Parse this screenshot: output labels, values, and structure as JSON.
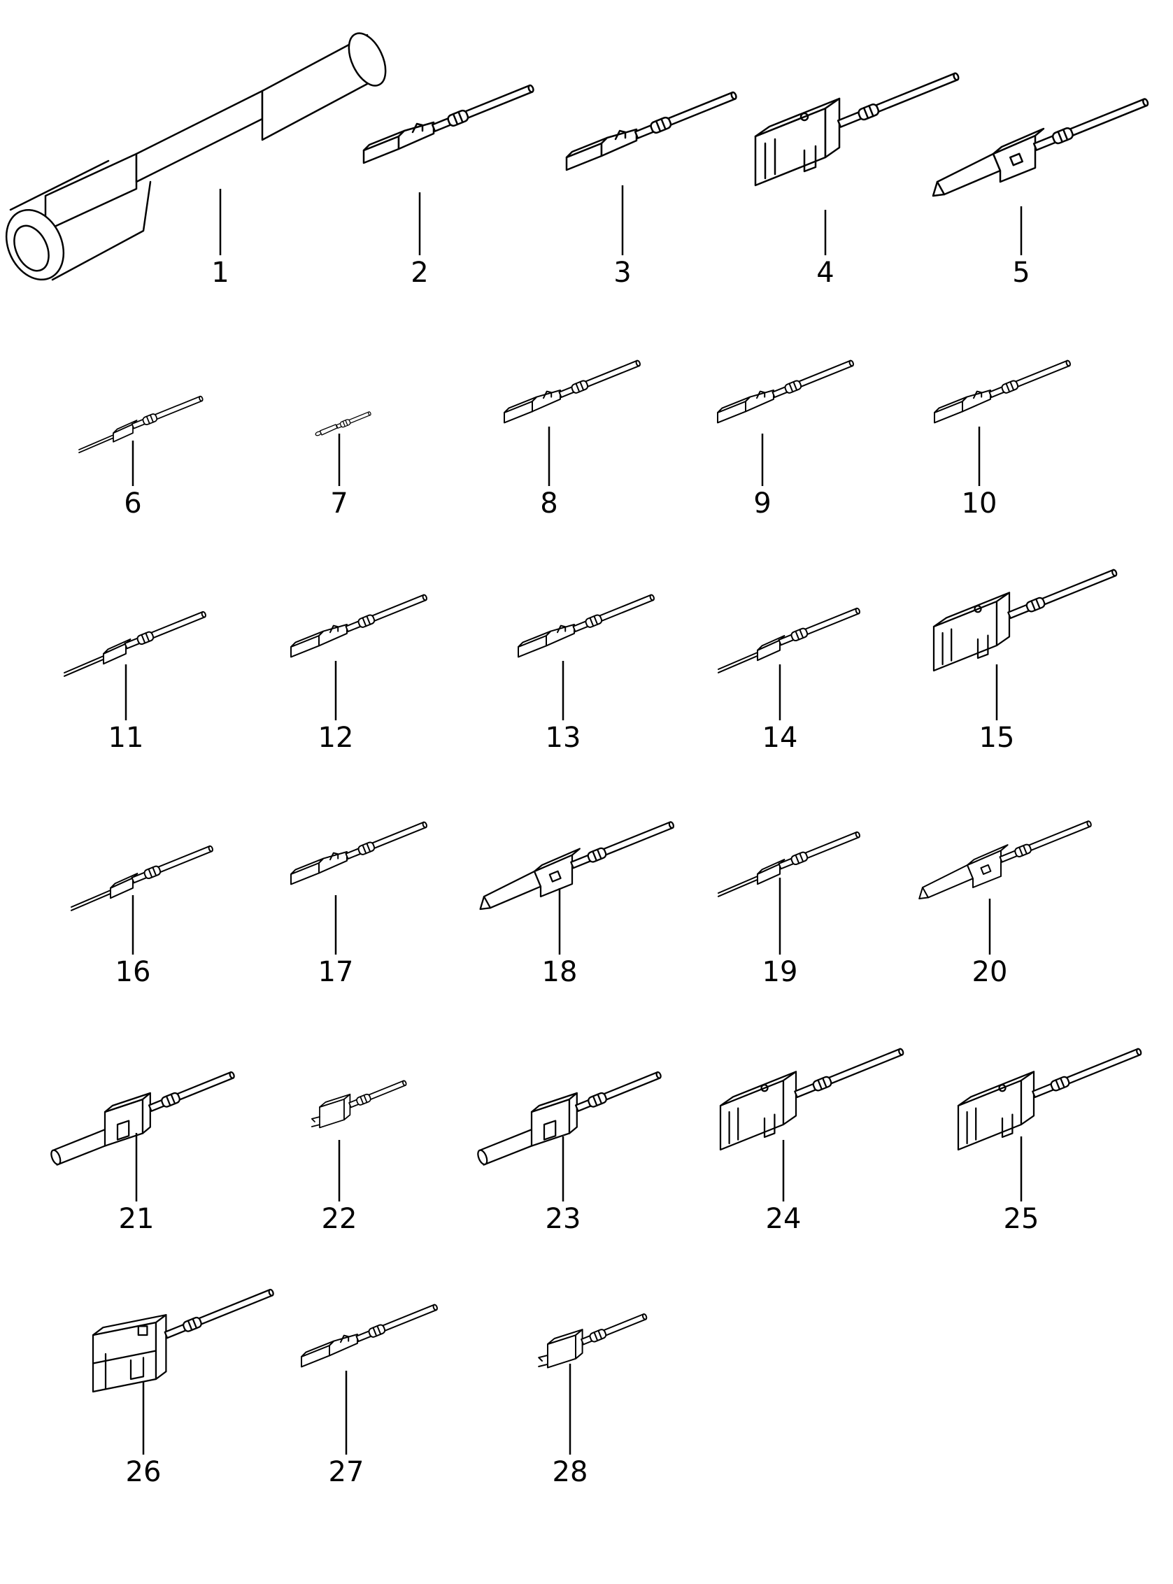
{
  "parts": [
    {
      "label": "1",
      "kind": "tube"
    },
    {
      "label": "2",
      "kind": "socket"
    },
    {
      "label": "3",
      "kind": "socket"
    },
    {
      "label": "4",
      "kind": "big-housing"
    },
    {
      "label": "5",
      "kind": "flat-tongue"
    },
    {
      "label": "6",
      "kind": "pin"
    },
    {
      "label": "7",
      "kind": "mini-pin"
    },
    {
      "label": "8",
      "kind": "socket"
    },
    {
      "label": "9",
      "kind": "socket"
    },
    {
      "label": "10",
      "kind": "socket"
    },
    {
      "label": "11",
      "kind": "pin"
    },
    {
      "label": "12",
      "kind": "socket"
    },
    {
      "label": "13",
      "kind": "socket"
    },
    {
      "label": "14",
      "kind": "pin"
    },
    {
      "label": "15",
      "kind": "big-housing"
    },
    {
      "label": "16",
      "kind": "pin"
    },
    {
      "label": "17",
      "kind": "socket"
    },
    {
      "label": "18",
      "kind": "flat-tongue"
    },
    {
      "label": "19",
      "kind": "pin"
    },
    {
      "label": "20",
      "kind": "flat-tongue"
    },
    {
      "label": "21",
      "kind": "blade"
    },
    {
      "label": "22",
      "kind": "small-housing"
    },
    {
      "label": "23",
      "kind": "blade"
    },
    {
      "label": "24",
      "kind": "big-housing"
    },
    {
      "label": "25",
      "kind": "big-housing"
    },
    {
      "label": "26",
      "kind": "tall-housing"
    },
    {
      "label": "27",
      "kind": "socket"
    },
    {
      "label": "28",
      "kind": "small-housing"
    }
  ],
  "colors": {
    "ink": "#000000",
    "paper": "#ffffff"
  }
}
